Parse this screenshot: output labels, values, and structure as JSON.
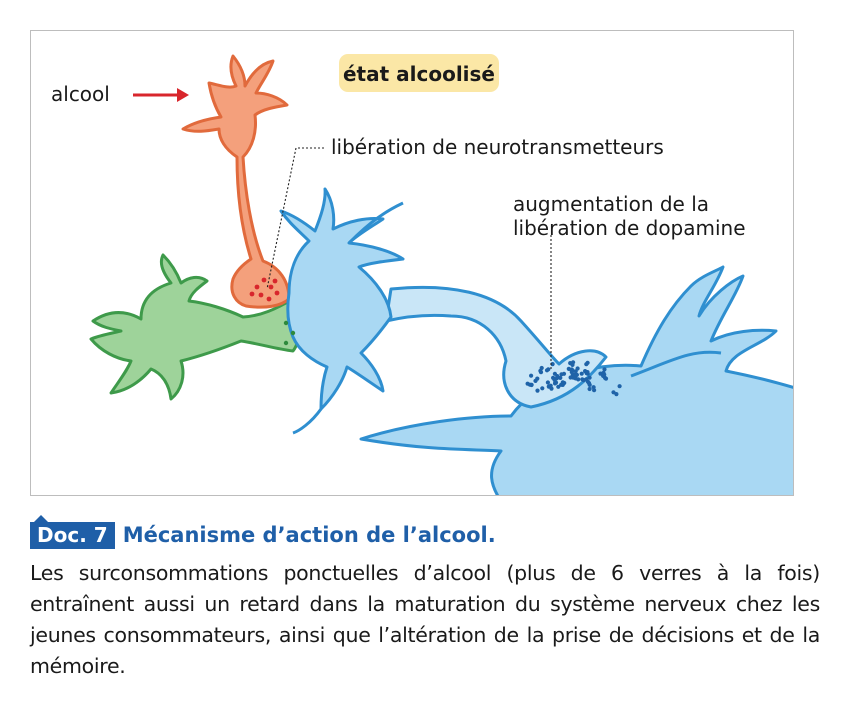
{
  "figure": {
    "label_alcool": "alcool",
    "label_state": "état alcoolisé",
    "label_release": "libération de neurotransmetteurs",
    "label_dopamine_line1": "augmentation de la",
    "label_dopamine_line2": "libération de dopamine"
  },
  "caption": {
    "doc_number": "Doc. 7",
    "title": "Mécanisme d’action de l’alcool.",
    "text": "Les surconsommations ponctuelles d’alcool (plus de 6 verres à la fois) entraînent aussi un retard dans la maturation du système nerveux chez les jeunes consommateurs, ainsi que l’altération de la prise de décisions et de la mémoire."
  },
  "colors": {
    "orange_neuron": "#f4a07c",
    "green_neuron": "#9ed39a",
    "blue_neuron": "#a9d8f3",
    "blue_outline": "#2f8fd0",
    "red_dots": "#d8262c",
    "dopamine_dots": "#1f63a8",
    "state_badge": "#fbe7a6",
    "accent": "#1f5fa8"
  }
}
